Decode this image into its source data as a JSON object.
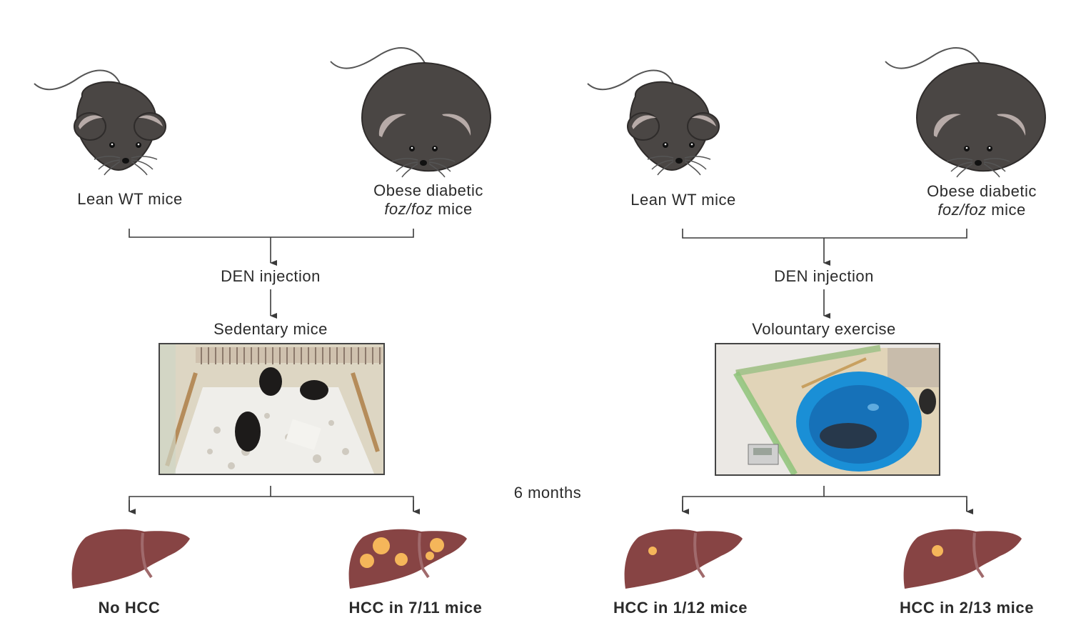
{
  "figure": {
    "panels": [
      {
        "id": "sedentary",
        "groups": [
          {
            "mouse_label": "Lean WT mice",
            "mouse_type": "lean-mouse-icon",
            "outcome": "No HCC",
            "tumor_count": 0
          },
          {
            "mouse_label_line1": "Obese diabetic",
            "mouse_label_italic": "foz/foz",
            "mouse_label_suffix": " mice",
            "mouse_type": "obese-mouse-icon",
            "outcome": "HCC in 7/11 mice",
            "tumor_count": 5
          }
        ],
        "step1": "DEN injection",
        "step2": "Sedentary mice",
        "photo": "sedentary-cage-photo"
      },
      {
        "id": "exercise",
        "groups": [
          {
            "mouse_label": "Lean WT mice",
            "mouse_type": "lean-mouse-icon",
            "outcome": "HCC in 1/12 mice",
            "tumor_count": 1
          },
          {
            "mouse_label_line1": "Obese diabetic",
            "mouse_label_italic": "foz/foz",
            "mouse_label_suffix": " mice",
            "mouse_type": "obese-mouse-icon",
            "outcome": "HCC in 2/13 mice",
            "tumor_count": 1
          }
        ],
        "step1": "DEN injection",
        "step2": "Volountary exercise",
        "photo": "running-wheel-photo"
      }
    ],
    "duration_label": "6 months",
    "colors": {
      "mouse_body": "#4a4644",
      "mouse_ear": "#b7aba8",
      "liver": "#874444",
      "liver_ligament": "#a06a6c",
      "tumor": "#f5b65a",
      "line": "#3a3a3a"
    }
  }
}
